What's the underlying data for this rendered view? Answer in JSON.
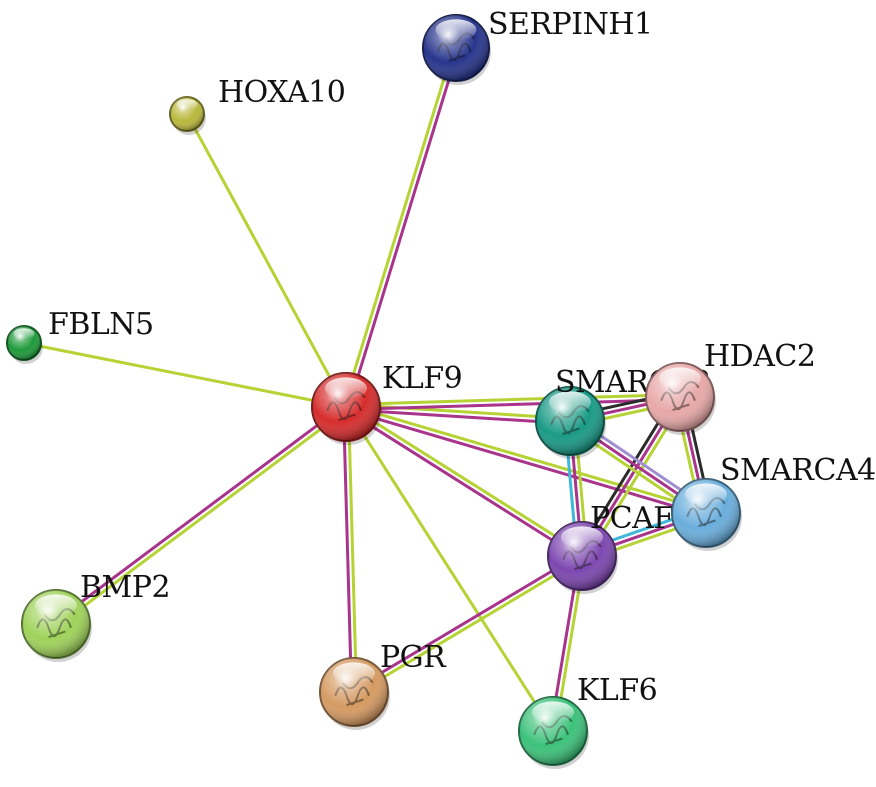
{
  "network": {
    "nodes": [
      {
        "id": "KLF9",
        "label": "KLF9",
        "color": "#d62d2d",
        "size": "large"
      },
      {
        "id": "SERPINH1",
        "label": "SERPINH1",
        "color": "#27358c",
        "size": "large"
      },
      {
        "id": "HOXA10",
        "label": "HOXA10",
        "color": "#b9b83c",
        "size": "small"
      },
      {
        "id": "FBLN5",
        "label": "FBLN5",
        "color": "#1e9a3a",
        "size": "small"
      },
      {
        "id": "BMP2",
        "label": "BMP2",
        "color": "#9fd25a",
        "size": "large"
      },
      {
        "id": "PGR",
        "label": "PGR",
        "color": "#d59a62",
        "size": "large"
      },
      {
        "id": "KLF6",
        "label": "KLF6",
        "color": "#3cc27a",
        "size": "large"
      },
      {
        "id": "PCAF",
        "label": "PCAF",
        "color": "#7d47b0",
        "size": "large"
      },
      {
        "id": "SMARCA2",
        "label": "SMARCA2",
        "color": "#1a9a86",
        "size": "large"
      },
      {
        "id": "HDAC2",
        "label": "HDAC2",
        "color": "#e8a8a8",
        "size": "large"
      },
      {
        "id": "SMARCA4",
        "label": "SMARCA4",
        "color": "#6aaedc",
        "size": "large"
      }
    ],
    "edges": [
      {
        "source": "KLF9",
        "target": "SERPINH1",
        "types": [
          "textmining",
          "coexpression"
        ]
      },
      {
        "source": "KLF9",
        "target": "HOXA10",
        "types": [
          "textmining"
        ]
      },
      {
        "source": "KLF9",
        "target": "FBLN5",
        "types": [
          "textmining"
        ]
      },
      {
        "source": "KLF9",
        "target": "BMP2",
        "types": [
          "textmining",
          "coexpression"
        ]
      },
      {
        "source": "KLF9",
        "target": "PGR",
        "types": [
          "textmining",
          "coexpression"
        ]
      },
      {
        "source": "KLF9",
        "target": "KLF6",
        "types": [
          "textmining"
        ]
      },
      {
        "source": "KLF9",
        "target": "PCAF",
        "types": [
          "textmining",
          "coexpression"
        ]
      },
      {
        "source": "KLF9",
        "target": "SMARCA2",
        "types": [
          "textmining",
          "coexpression"
        ]
      },
      {
        "source": "KLF9",
        "target": "HDAC2",
        "types": [
          "textmining",
          "coexpression"
        ]
      },
      {
        "source": "KLF9",
        "target": "SMARCA4",
        "types": [
          "textmining",
          "coexpression"
        ]
      },
      {
        "source": "PCAF",
        "target": "PGR",
        "types": [
          "textmining",
          "coexpression"
        ]
      },
      {
        "source": "PCAF",
        "target": "KLF6",
        "types": [
          "textmining",
          "coexpression"
        ]
      },
      {
        "source": "PCAF",
        "target": "SMARCA2",
        "types": [
          "database",
          "coexpression",
          "textmining"
        ]
      },
      {
        "source": "PCAF",
        "target": "HDAC2",
        "types": [
          "experimental",
          "coexpression",
          "textmining"
        ]
      },
      {
        "source": "PCAF",
        "target": "SMARCA4",
        "types": [
          "database",
          "coexpression",
          "textmining"
        ]
      },
      {
        "source": "SMARCA2",
        "target": "HDAC2",
        "types": [
          "experimental",
          "coexpression",
          "textmining"
        ]
      },
      {
        "source": "SMARCA2",
        "target": "SMARCA4",
        "types": [
          "homology",
          "coexpression",
          "textmining"
        ]
      },
      {
        "source": "HDAC2",
        "target": "SMARCA4",
        "types": [
          "experimental",
          "coexpression",
          "textmining"
        ]
      }
    ],
    "edge_colors": {
      "textmining": "#b5d334",
      "coexpression": "#a8348c",
      "experimental": "#2b2b2b",
      "database": "#3fb7d8",
      "homology": "#9f8fd0"
    }
  }
}
